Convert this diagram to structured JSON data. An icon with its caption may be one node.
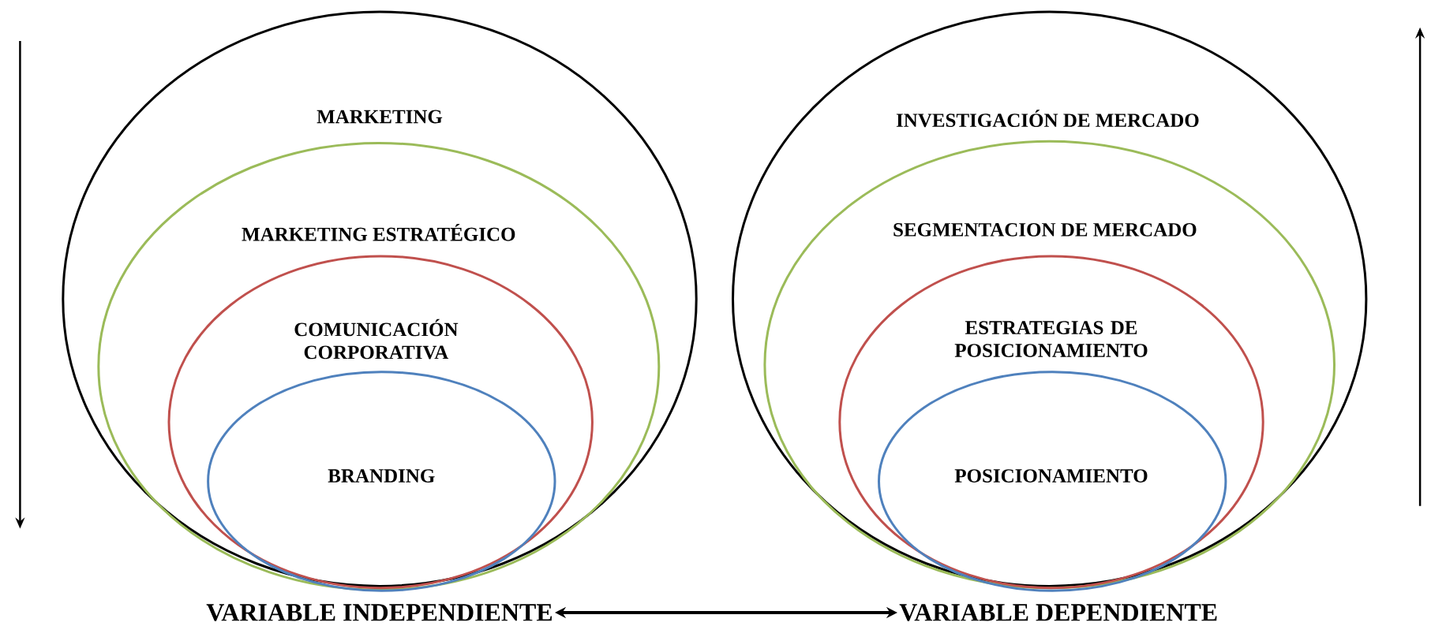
{
  "diagram": {
    "nodes": [
      {
        "text": [
          "MARKETING"
        ]
      },
      {
        "text": [
          "MARKETING ESTRATÉGICO"
        ],
        "in": 0
      },
      {
        "text": [
          "COMUNICACIÓN CORPORATIVA"
        ],
        "in": 1
      },
      {
        "text": [
          "BRANDING"
        ],
        "in": 2
      },
      {
        "text": [
          "INVESTIGACIÓN DE MERCADO"
        ]
      },
      {
        "text": [
          "SEGMENTACION DE MERCADO"
        ],
        "in": 4
      },
      {
        "text": [
          "ESTRATEGIAS DE POSICIONAMIENTO"
        ],
        "in": 5
      },
      {
        "text": [
          "POSICIONAMIENTO"
        ],
        "in": 6
      },
      {
        "text": [
          "VARIABLE INDEPENDIENTE"
        ]
      },
      {
        "text": [
          "VARIABLE DEPENDIENTE"
        ]
      }
    ],
    "edges": [
      {
        "from": 8,
        "to": 9,
        "arrow": "both"
      }
    ]
  }
}
